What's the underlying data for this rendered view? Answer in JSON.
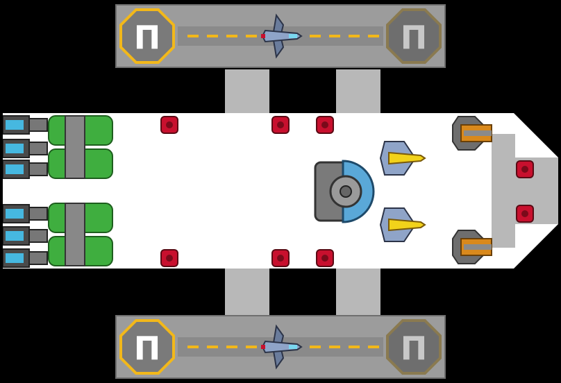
{
  "scene": {
    "name": "ship-blueprint-view",
    "colors": {
      "background": "#000000",
      "hull": "#ffffff",
      "bay": "#9c9c9c",
      "runway_stripe": "#f2b81a",
      "pad_active": "#f2b81a",
      "pad_inactive": "#8a7a50",
      "module_red": "#c8102e",
      "fuel_green": "#3fae3f",
      "shield_blue": "#5aa8d8",
      "turret_orange": "#d9891c"
    }
  },
  "hangars": {
    "top": {
      "pad_left_symbol": "Π",
      "pad_right_symbol": "Π",
      "pad_left_state": "active",
      "pad_right_state": "inactive",
      "fighter_icon": "fighter-icon"
    },
    "bottom": {
      "pad_left_symbol": "Π",
      "pad_right_symbol": "Π",
      "pad_left_state": "active",
      "pad_right_state": "inactive",
      "fighter_icon": "fighter-icon"
    }
  },
  "modules": {
    "engines": {
      "count": 6,
      "icon": "engine-icon"
    },
    "fuel_tanks": {
      "count": 4,
      "icon": "fuel-tank-icon"
    },
    "red_nodes": {
      "count": 8,
      "icon": "crew-node-icon"
    },
    "shield_core": {
      "icon": "shield-generator-icon"
    },
    "missile_pods": {
      "count": 2,
      "icon": "missile-pod-icon"
    },
    "turrets": {
      "count": 2,
      "icon": "turret-icon"
    }
  }
}
